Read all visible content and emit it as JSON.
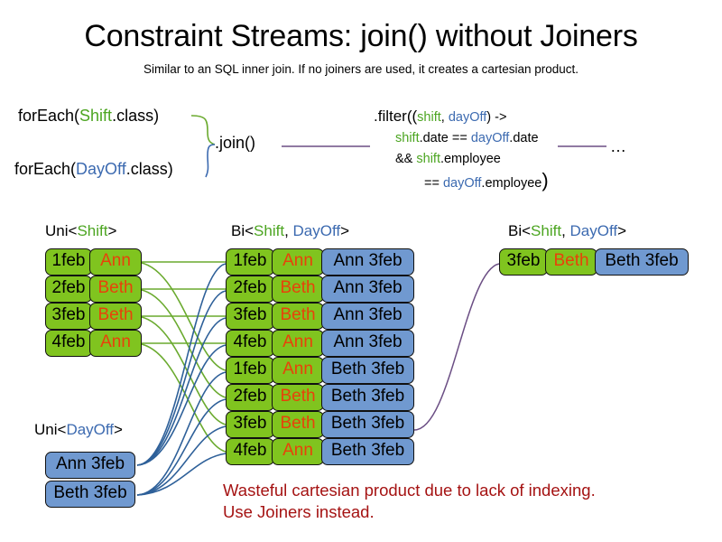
{
  "slide": {
    "title": "Constraint Streams: join() without Joiners",
    "subtitle": "Similar to an SQL inner join. If no joiners are used, it creates a cartesian product.",
    "warning_line1": "Wasteful cartesian product due to lack of indexing.",
    "warning_line2": "Use Joiners instead.",
    "ellipsis": "…"
  },
  "code": {
    "foreach_shift": {
      "prefix": "forEach(",
      "type": "Shift",
      "suffix": ".class)"
    },
    "foreach_dayoff": {
      "prefix": "forEach(",
      "type": "DayOff",
      "suffix": ".class)"
    },
    "join": ".join()",
    "filter": {
      "line1_a": ".filter((",
      "line1_shift": "shift",
      "line1_comma": ", ",
      "line1_dayoff": "dayOff",
      "line1_b": ") ->",
      "line2_shift": "shift",
      "line2_mid": ".date == ",
      "line2_dayoff": "dayOff",
      "line2_end": ".date",
      "line3_a": "&& ",
      "line3_shift": "shift",
      "line3_end": ".employee",
      "line4_a": "== ",
      "line4_dayoff": "dayOff",
      "line4_end": ".employee",
      "line4_close": ")"
    }
  },
  "labels": {
    "uni_shift": {
      "prefix": "Uni<",
      "type": "Shift",
      "suffix": ">"
    },
    "bi_middle": {
      "prefix": "Bi<",
      "type1": "Shift",
      "comma": ", ",
      "type2": "DayOff",
      "suffix": ">"
    },
    "bi_right": {
      "prefix": "Bi<",
      "type1": "Shift",
      "comma": ", ",
      "type2": "DayOff",
      "suffix": ">"
    },
    "uni_dayoff": {
      "prefix": "Uni<",
      "type": "DayOff",
      "suffix": ">"
    }
  },
  "shift_stream": [
    {
      "date": "1feb",
      "name": "Ann"
    },
    {
      "date": "2feb",
      "name": "Beth"
    },
    {
      "date": "3feb",
      "name": "Beth"
    },
    {
      "date": "4feb",
      "name": "Ann"
    }
  ],
  "dayoff_stream": [
    {
      "label": "Ann 3feb"
    },
    {
      "label": "Beth 3feb"
    }
  ],
  "cartesian_stream": [
    {
      "date": "1feb",
      "name": "Ann",
      "dayoff": "Ann 3feb"
    },
    {
      "date": "2feb",
      "name": "Beth",
      "dayoff": "Ann 3feb"
    },
    {
      "date": "3feb",
      "name": "Beth",
      "dayoff": "Ann 3feb"
    },
    {
      "date": "4feb",
      "name": "Ann",
      "dayoff": "Ann 3feb"
    },
    {
      "date": "1feb",
      "name": "Ann",
      "dayoff": "Beth 3feb"
    },
    {
      "date": "2feb",
      "name": "Beth",
      "dayoff": "Beth 3feb"
    },
    {
      "date": "3feb",
      "name": "Beth",
      "dayoff": "Beth 3feb"
    },
    {
      "date": "4feb",
      "name": "Ann",
      "dayoff": "Beth 3feb"
    }
  ],
  "filtered_stream": [
    {
      "date": "3feb",
      "name": "Beth",
      "dayoff": "Beth 3feb"
    }
  ],
  "colors": {
    "green_fill": "#80c41f",
    "blue_fill": "#7099d0",
    "name_text": "#e8420a",
    "shift_green": "#4ca521",
    "dayoff_blue": "#3c6ab0",
    "warning_red": "#a51313",
    "join_line": "#6b4e84"
  }
}
